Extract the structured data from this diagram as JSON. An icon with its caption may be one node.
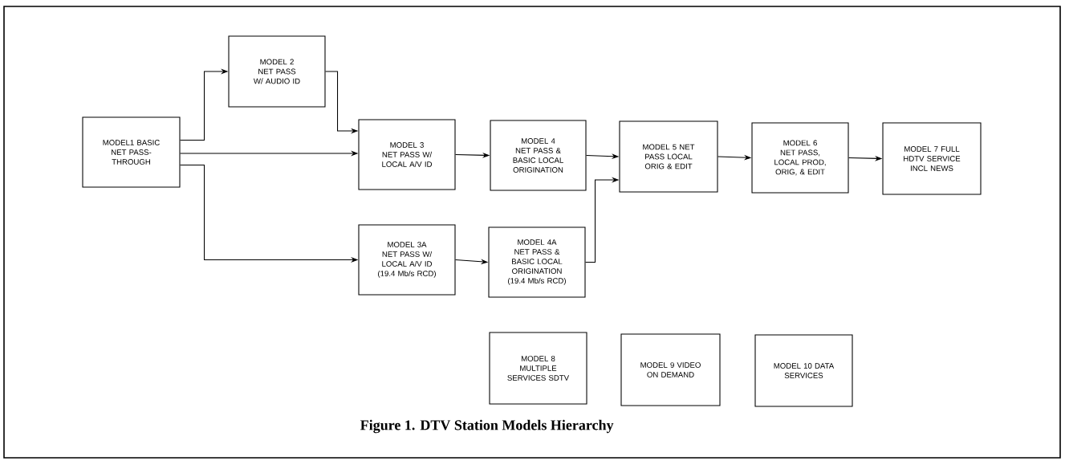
{
  "diagram": {
    "caption": "Figure 1.  DTV Station Models Hierarchy",
    "nodes": [
      {
        "text": [
          "MODEL1 BASIC NET PASS-THROUGH"
        ]
      },
      {
        "text": [
          "MODEL 2 NET PASS W/ AUDIO ID"
        ]
      },
      {
        "text": [
          "MODEL 3 NET PASS W/ LOCAL A/V ID"
        ]
      },
      {
        "text": [
          "MODEL 4 NET PASS & BASIC LOCAL ORIGINATION"
        ]
      },
      {
        "text": [
          "MODEL 5 NET PASS LOCAL ORIG & EDIT"
        ]
      },
      {
        "text": [
          "MODEL 6 NET PASS, LOCAL PROD, ORIG, & EDIT"
        ]
      },
      {
        "text": [
          "MODEL 7 FULL HDTV SERVICE INCL NEWS"
        ]
      },
      {
        "text": [
          "MODEL 3A NET PASS W/ LOCAL A/V ID (19.4 Mb/s RCD)"
        ]
      },
      {
        "text": [
          "MODEL 4A NET PASS & BASIC LOCAL ORIGINATION (19.4 Mb/s RCD)"
        ]
      },
      {
        "text": [
          "MODEL 8 MULTIPLE SERVICES SDTV"
        ]
      },
      {
        "text": [
          "MODEL 9 VIDEO ON DEMAND"
        ]
      },
      {
        "text": [
          "MODEL 10 DATA SERVICES"
        ]
      }
    ],
    "edges": [
      {
        "from": 0,
        "to": 1,
        "arrow": "to"
      },
      {
        "from": 0,
        "to": 2,
        "arrow": "to"
      },
      {
        "from": 0,
        "to": 7,
        "arrow": "to"
      },
      {
        "from": 1,
        "to": 2,
        "arrow": "to"
      },
      {
        "from": 2,
        "to": 3,
        "arrow": "to"
      },
      {
        "from": 3,
        "to": 4,
        "arrow": "to"
      },
      {
        "from": 7,
        "to": 8,
        "arrow": "to"
      },
      {
        "from": 8,
        "to": 4,
        "arrow": "to"
      },
      {
        "from": 4,
        "to": 5,
        "arrow": "to"
      },
      {
        "from": 5,
        "to": 6,
        "arrow": "to"
      }
    ]
  }
}
